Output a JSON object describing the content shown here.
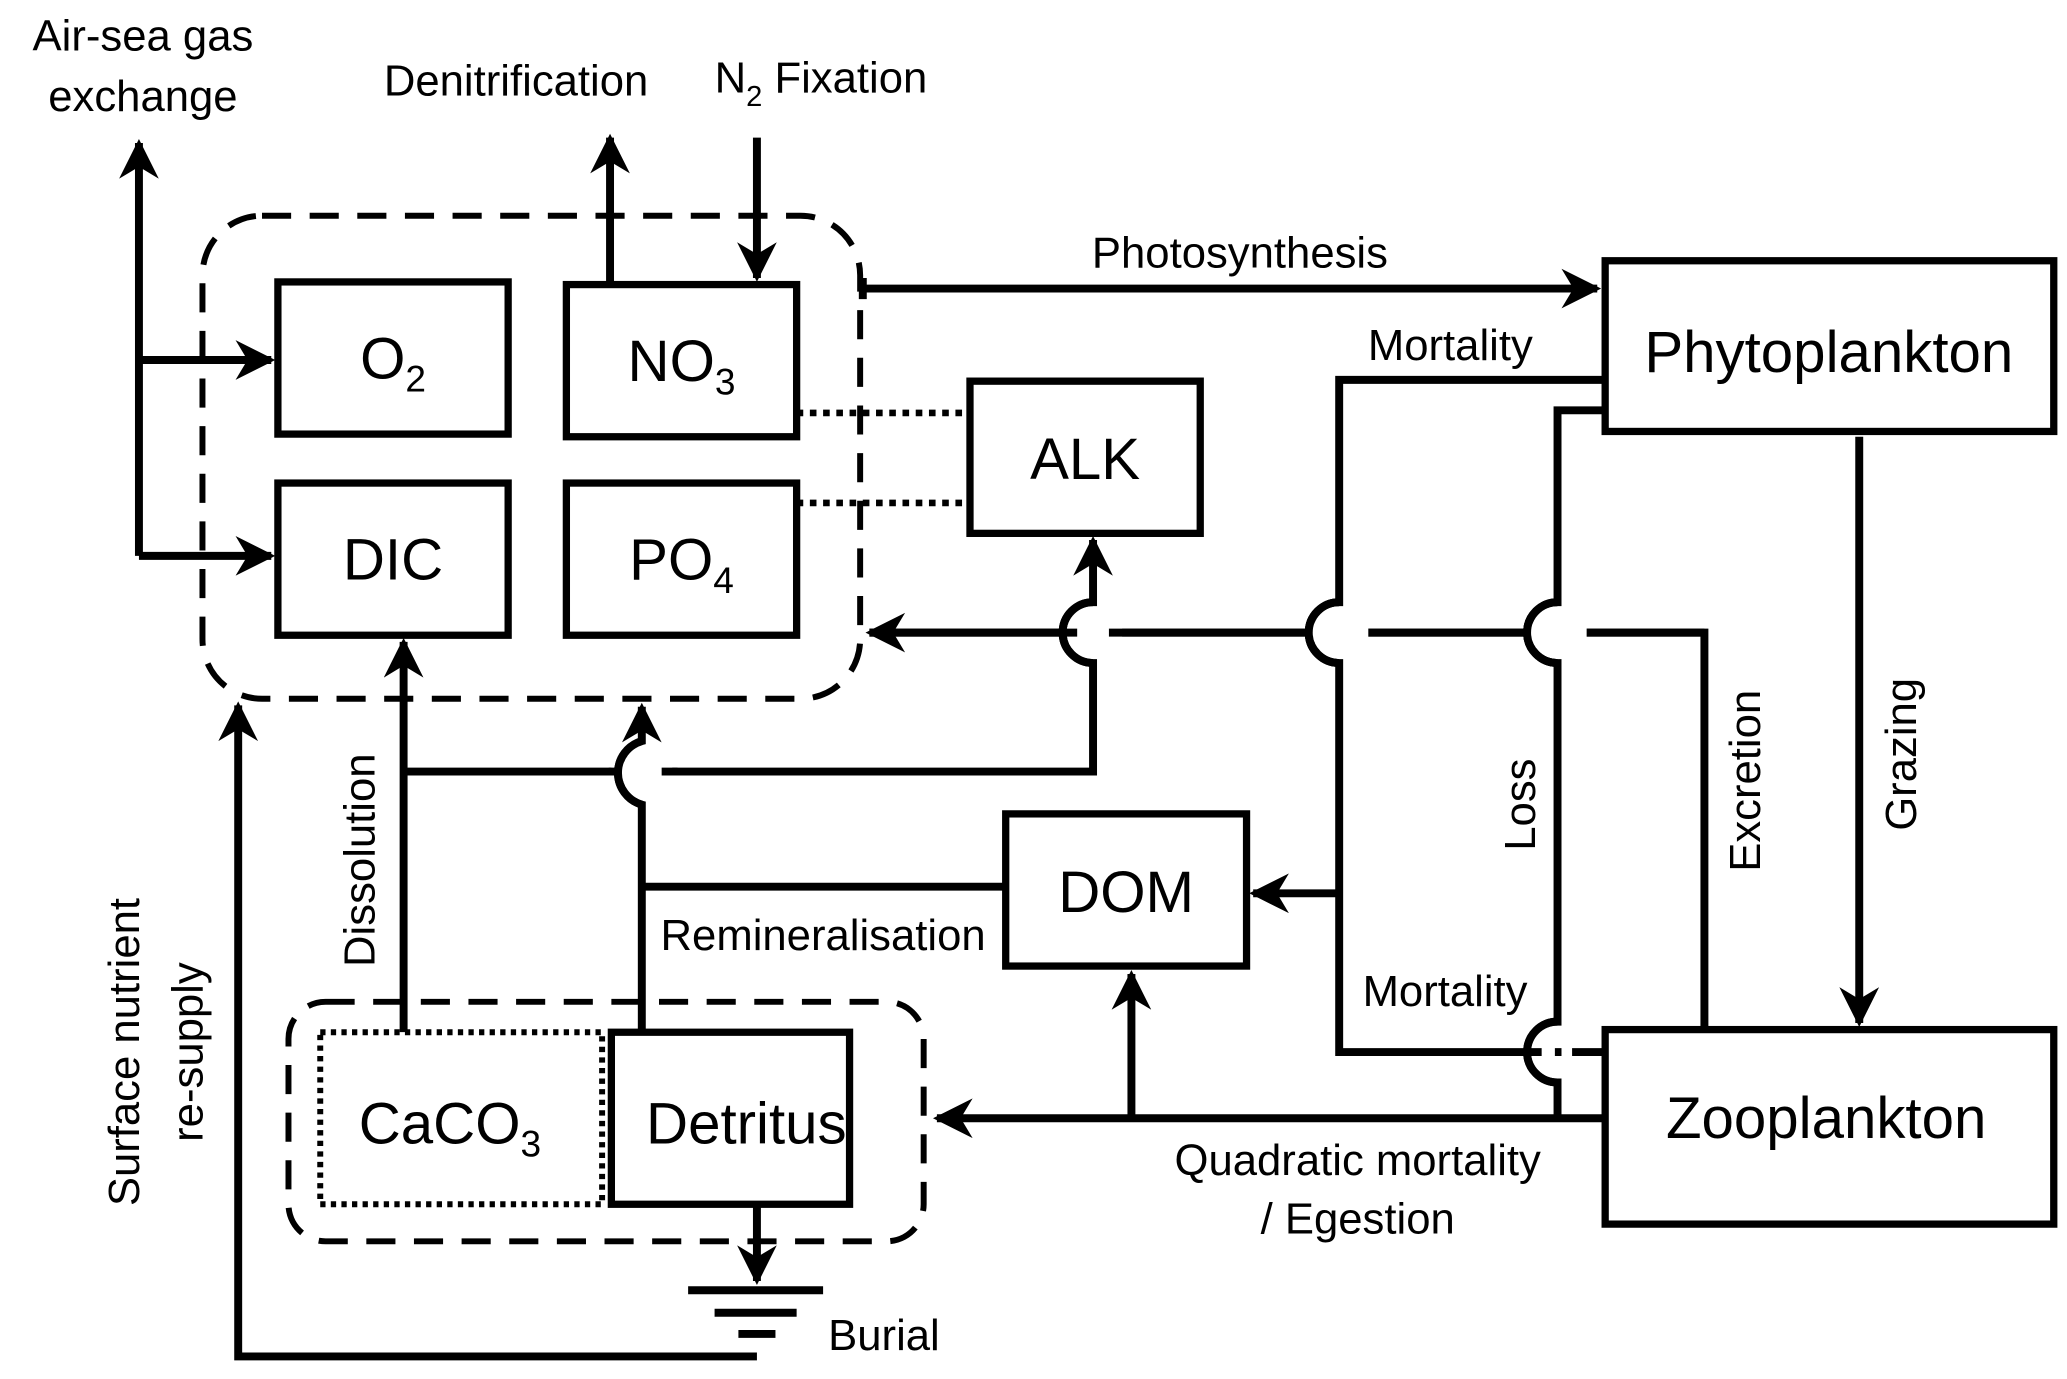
{
  "title": "Marine biogeochemical model schematic",
  "nodes": {
    "o2": {
      "label": "O",
      "sub": "2"
    },
    "no3": {
      "label": "NO",
      "sub": "3"
    },
    "dic": {
      "label": "DIC"
    },
    "po4": {
      "label": "PO",
      "sub": "4"
    },
    "alk": {
      "label": "ALK"
    },
    "phytoplankton": {
      "label": "Phytoplankton"
    },
    "zooplankton": {
      "label": "Zooplankton"
    },
    "dom": {
      "label": "DOM"
    },
    "detritus": {
      "label": "Detritus"
    },
    "caco3": {
      "label": "CaCO",
      "sub": "3"
    }
  },
  "processes": {
    "air_sea_line1": "Air-sea gas",
    "air_sea_line2": "exchange",
    "denitrification": "Denitrification",
    "n2_fixation_prefix": "N",
    "n2_fixation_sub": "2",
    "n2_fixation_suffix": " Fixation",
    "photosynthesis": "Photosynthesis",
    "mortality_phyto": "Mortality",
    "mortality_zoo": "Mortality",
    "loss": "Loss",
    "excretion": "Excretion",
    "grazing": "Grazing",
    "remineralisation": "Remineralisation",
    "dissolution": "Dissolution",
    "quadratic_line1": "Quadratic mortality",
    "quadratic_line2": "/ Egestion",
    "burial": "Burial",
    "resupply_line1": "Surface nutrient",
    "resupply_line2": "re-supply"
  }
}
